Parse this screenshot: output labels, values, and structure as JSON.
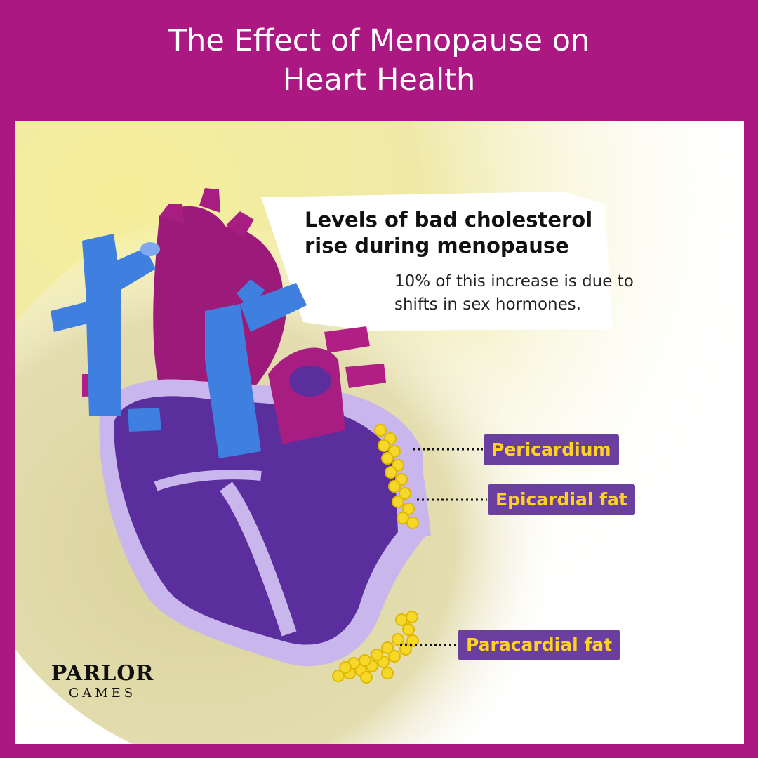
{
  "title": {
    "line1": "The Effect of Menopause on",
    "line2": "Heart Health"
  },
  "callout": {
    "heading_line1": "Levels of bad cholesterol",
    "heading_line2": "rise during menopause",
    "sub_line1": "10% of this increase is due to",
    "sub_line2": "shifts in sex hormones."
  },
  "labels": {
    "pericardium": "Pericardium",
    "epicardial_fat": "Epicardial fat",
    "paracardial_fat": "Paracardial fat"
  },
  "logo": {
    "line1": "PARLOR",
    "line2": "GAMES"
  },
  "colors": {
    "brand_magenta": "#ab1882",
    "label_bg": "#6b3fa0",
    "label_text": "#ffd21f",
    "vessel_blue": "#3f7fe0",
    "heart_purple": "#5a2e9c",
    "fat_yellow": "#f5d829"
  }
}
